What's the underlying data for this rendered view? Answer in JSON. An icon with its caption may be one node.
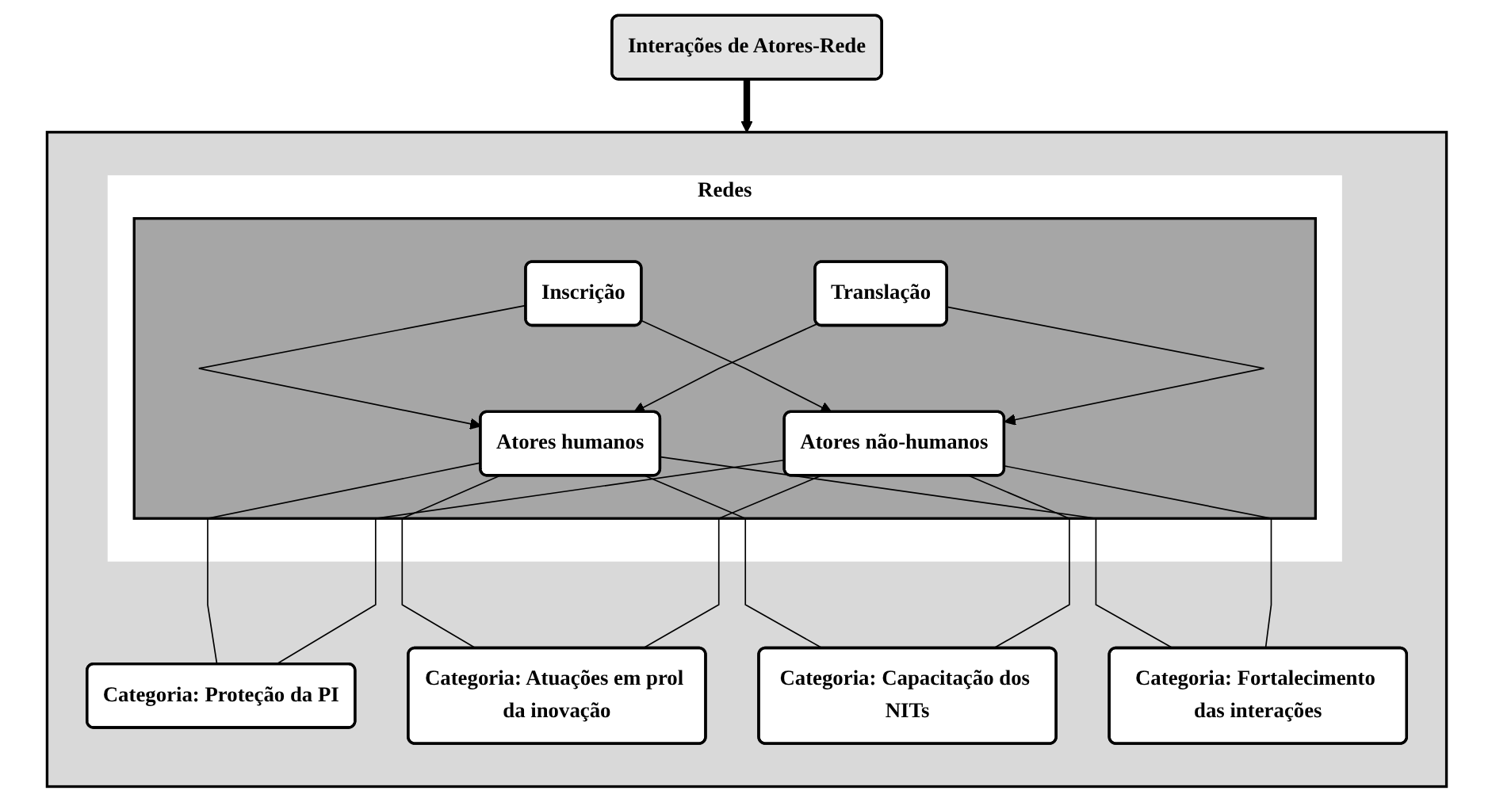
{
  "diagram": {
    "nodes": [
      {
        "text": [
          "Interações de Atores-Rede"
        ]
      },
      {
        "text": [],
        "shape": "box"
      },
      {
        "text": [
          "Redes"
        ],
        "in": 1
      },
      {
        "text": [],
        "shape": "box",
        "in": 2
      },
      {
        "text": [
          "Atores humanos"
        ],
        "in": 3
      },
      {
        "text": [
          "Inscrição"
        ],
        "in": 3
      },
      {
        "text": [
          "Translação"
        ],
        "in": 3
      },
      {
        "text": [
          "Atores não-humanos"
        ],
        "in": 3
      },
      {
        "text": [
          "Categoria: Proteção da PI"
        ],
        "in": 1
      },
      {
        "text": [
          "Categoria: Atuações em prol da inovação"
        ],
        "in": 1
      },
      {
        "text": [
          "Categoria: Capacitação dos NITs"
        ],
        "in": 1
      },
      {
        "text": [
          "Categoria: Fortalecimento das interações"
        ],
        "in": 1
      }
    ],
    "edges": [
      {
        "from": 0,
        "to": 1,
        "arrow": "to",
        "style": "thick"
      },
      {
        "from": 5,
        "to": 4,
        "arrow": "to"
      },
      {
        "from": 5,
        "to": 7,
        "arrow": "to"
      },
      {
        "from": 6,
        "to": 4,
        "arrow": "to"
      },
      {
        "from": 6,
        "to": 7,
        "arrow": "to"
      },
      {
        "from": 4,
        "to": 8,
        "arrow": "none"
      },
      {
        "from": 4,
        "to": 9,
        "arrow": "none"
      },
      {
        "from": 4,
        "to": 10,
        "arrow": "none"
      },
      {
        "from": 4,
        "to": 11,
        "arrow": "none"
      },
      {
        "from": 7,
        "to": 8,
        "arrow": "none"
      },
      {
        "from": 7,
        "to": 9,
        "arrow": "none"
      },
      {
        "from": 7,
        "to": 10,
        "arrow": "none"
      },
      {
        "from": 7,
        "to": 11,
        "arrow": "none"
      }
    ]
  }
}
